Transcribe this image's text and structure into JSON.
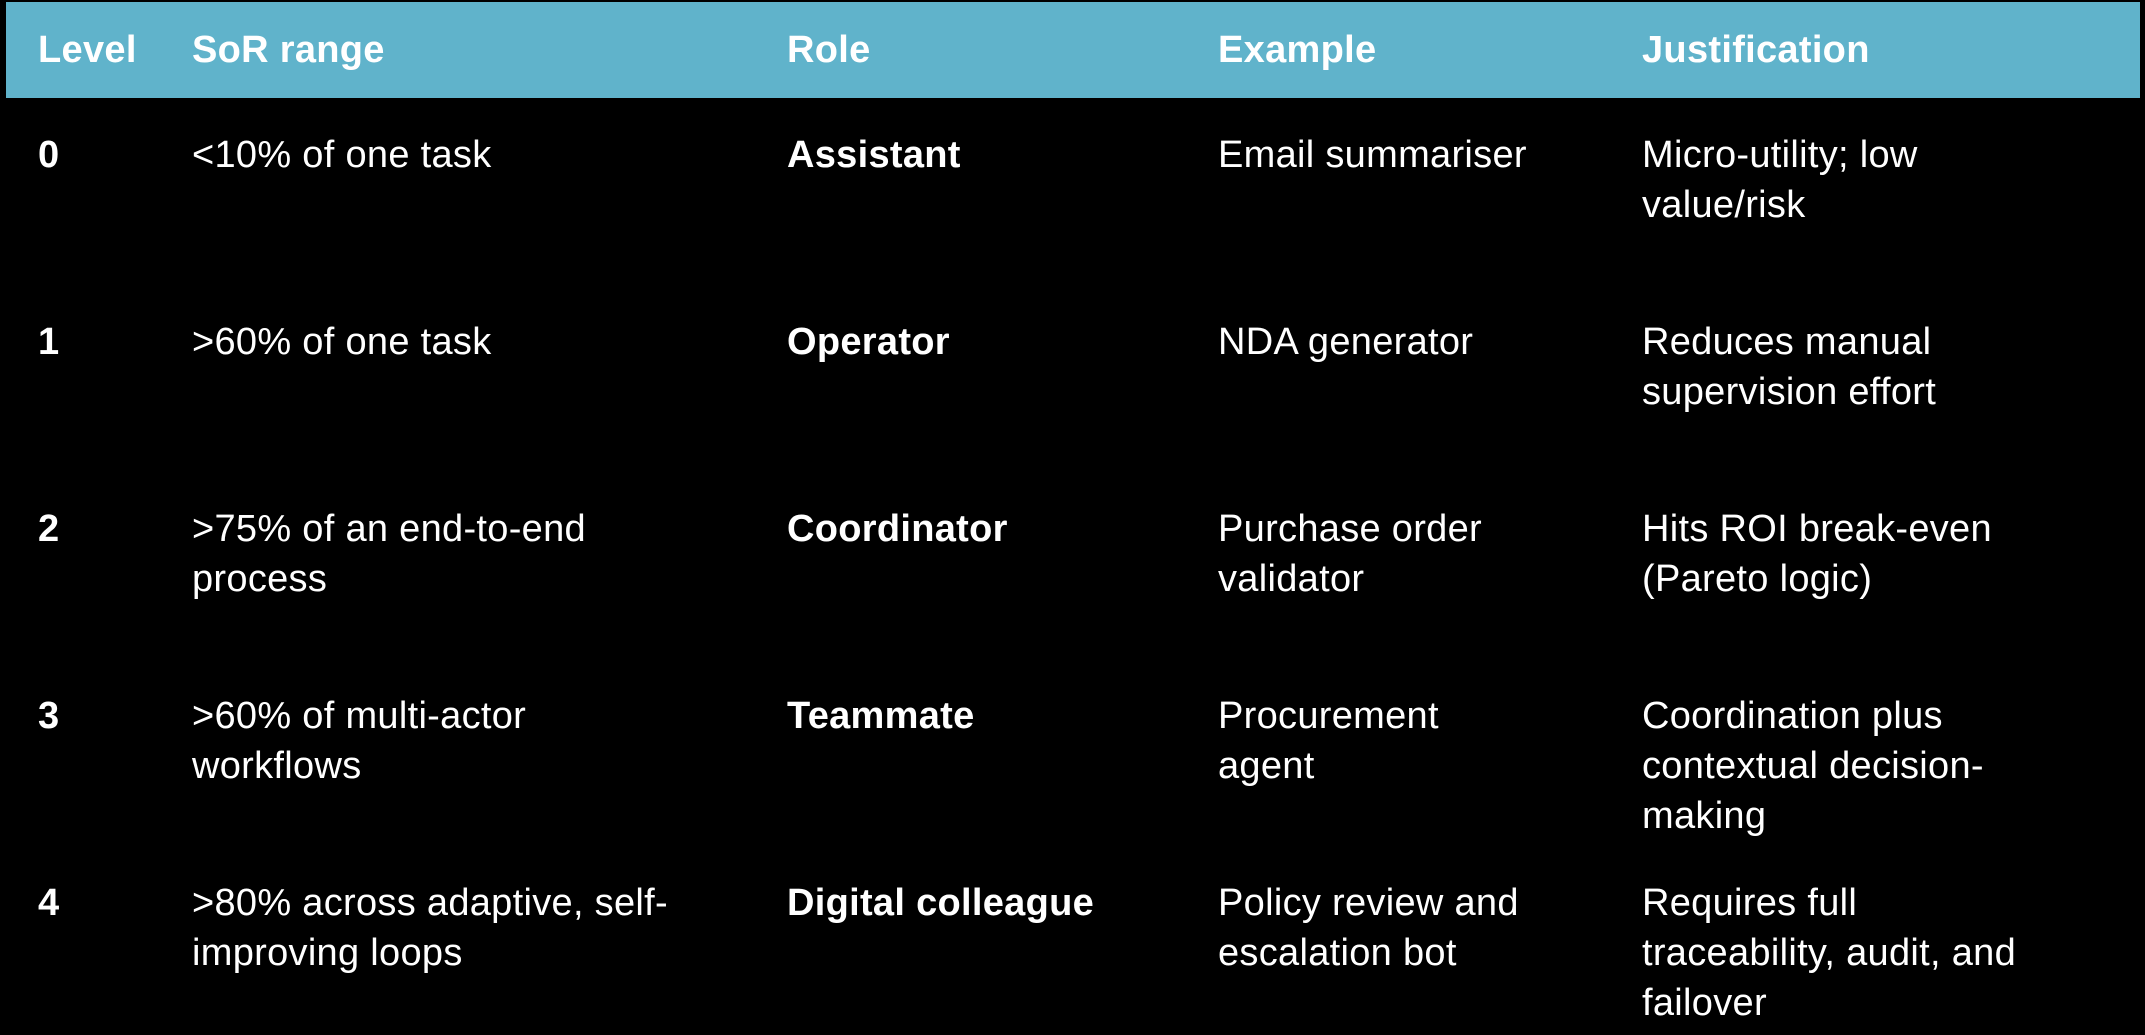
{
  "theme": {
    "background_color": "#000000",
    "header_background_color": "#60B3CB",
    "header_text_color": "#FFFFFF",
    "body_text_color": "#FFFFFF"
  },
  "table": {
    "columns": [
      {
        "label": "Level"
      },
      {
        "label": "SoR range"
      },
      {
        "label": "Role"
      },
      {
        "label": "Example"
      },
      {
        "label": "Justification"
      }
    ],
    "rows": [
      {
        "level": "0",
        "sor_range": "<10% of one task",
        "role": "Assistant",
        "example": "Email summariser",
        "justification": "Micro-utility; low\nvalue/risk"
      },
      {
        "level": "1",
        "sor_range": ">60% of one task",
        "role": "Operator",
        "example": "NDA generator",
        "justification": "Reduces manual\nsupervision effort"
      },
      {
        "level": "2",
        "sor_range": ">75% of an end-to-end\nprocess",
        "role": "Coordinator",
        "example": "Purchase order\nvalidator",
        "justification": "Hits ROI break-even\n(Pareto logic)"
      },
      {
        "level": "3",
        "sor_range": ">60% of multi-actor\nworkflows",
        "role": "Teammate",
        "example": "Procurement\nagent",
        "justification": "Coordination plus\ncontextual decision-\nmaking"
      },
      {
        "level": "4",
        "sor_range": ">80% across adaptive, self-\nimproving loops",
        "role": "Digital colleague",
        "example": "Policy review and\nescalation bot",
        "justification": "Requires full\ntraceability, audit, and\nfailover"
      }
    ]
  }
}
